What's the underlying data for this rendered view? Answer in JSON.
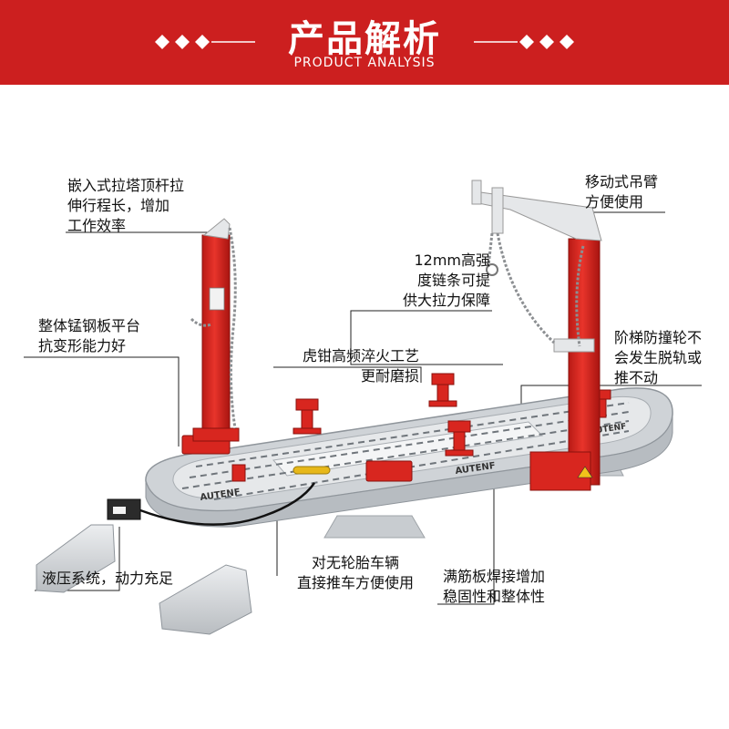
{
  "header": {
    "title": "产品解析",
    "subtitle": "PRODUCT ANALYSIS"
  },
  "brand": "AUTENF",
  "callouts": {
    "tower_rod": {
      "lines": [
        "嵌入式拉塔顶杆拉",
        "伸行程长，增加",
        "工作效率"
      ]
    },
    "crane": {
      "lines": [
        "移动式吊臂",
        "方便使用"
      ]
    },
    "chain": {
      "lines": [
        "12mm高强",
        "度链条可提",
        "供大拉力保障"
      ]
    },
    "platform": {
      "lines": [
        "整体锰钢板平台",
        "抗变形能力好"
      ]
    },
    "clamp": {
      "lines": [
        "虎钳高频淬火工艺",
        "更耐磨损"
      ]
    },
    "wheel": {
      "lines": [
        "阶梯防撞轮不",
        "会发生脱轨或",
        "推不动"
      ]
    },
    "hydraulic": {
      "lines": [
        "液压系统，动力充足"
      ]
    },
    "no_tire": {
      "lines": [
        "对无轮胎车辆",
        "直接推车方便使用"
      ]
    },
    "rib": {
      "lines": [
        "满筋板焊接增加",
        "稳固性和整体性"
      ]
    }
  },
  "colors": {
    "header_red": "#cc1f1f",
    "machine_red": "#d8261f",
    "platform_gray": "#d9dcdf",
    "text": "#111111"
  }
}
